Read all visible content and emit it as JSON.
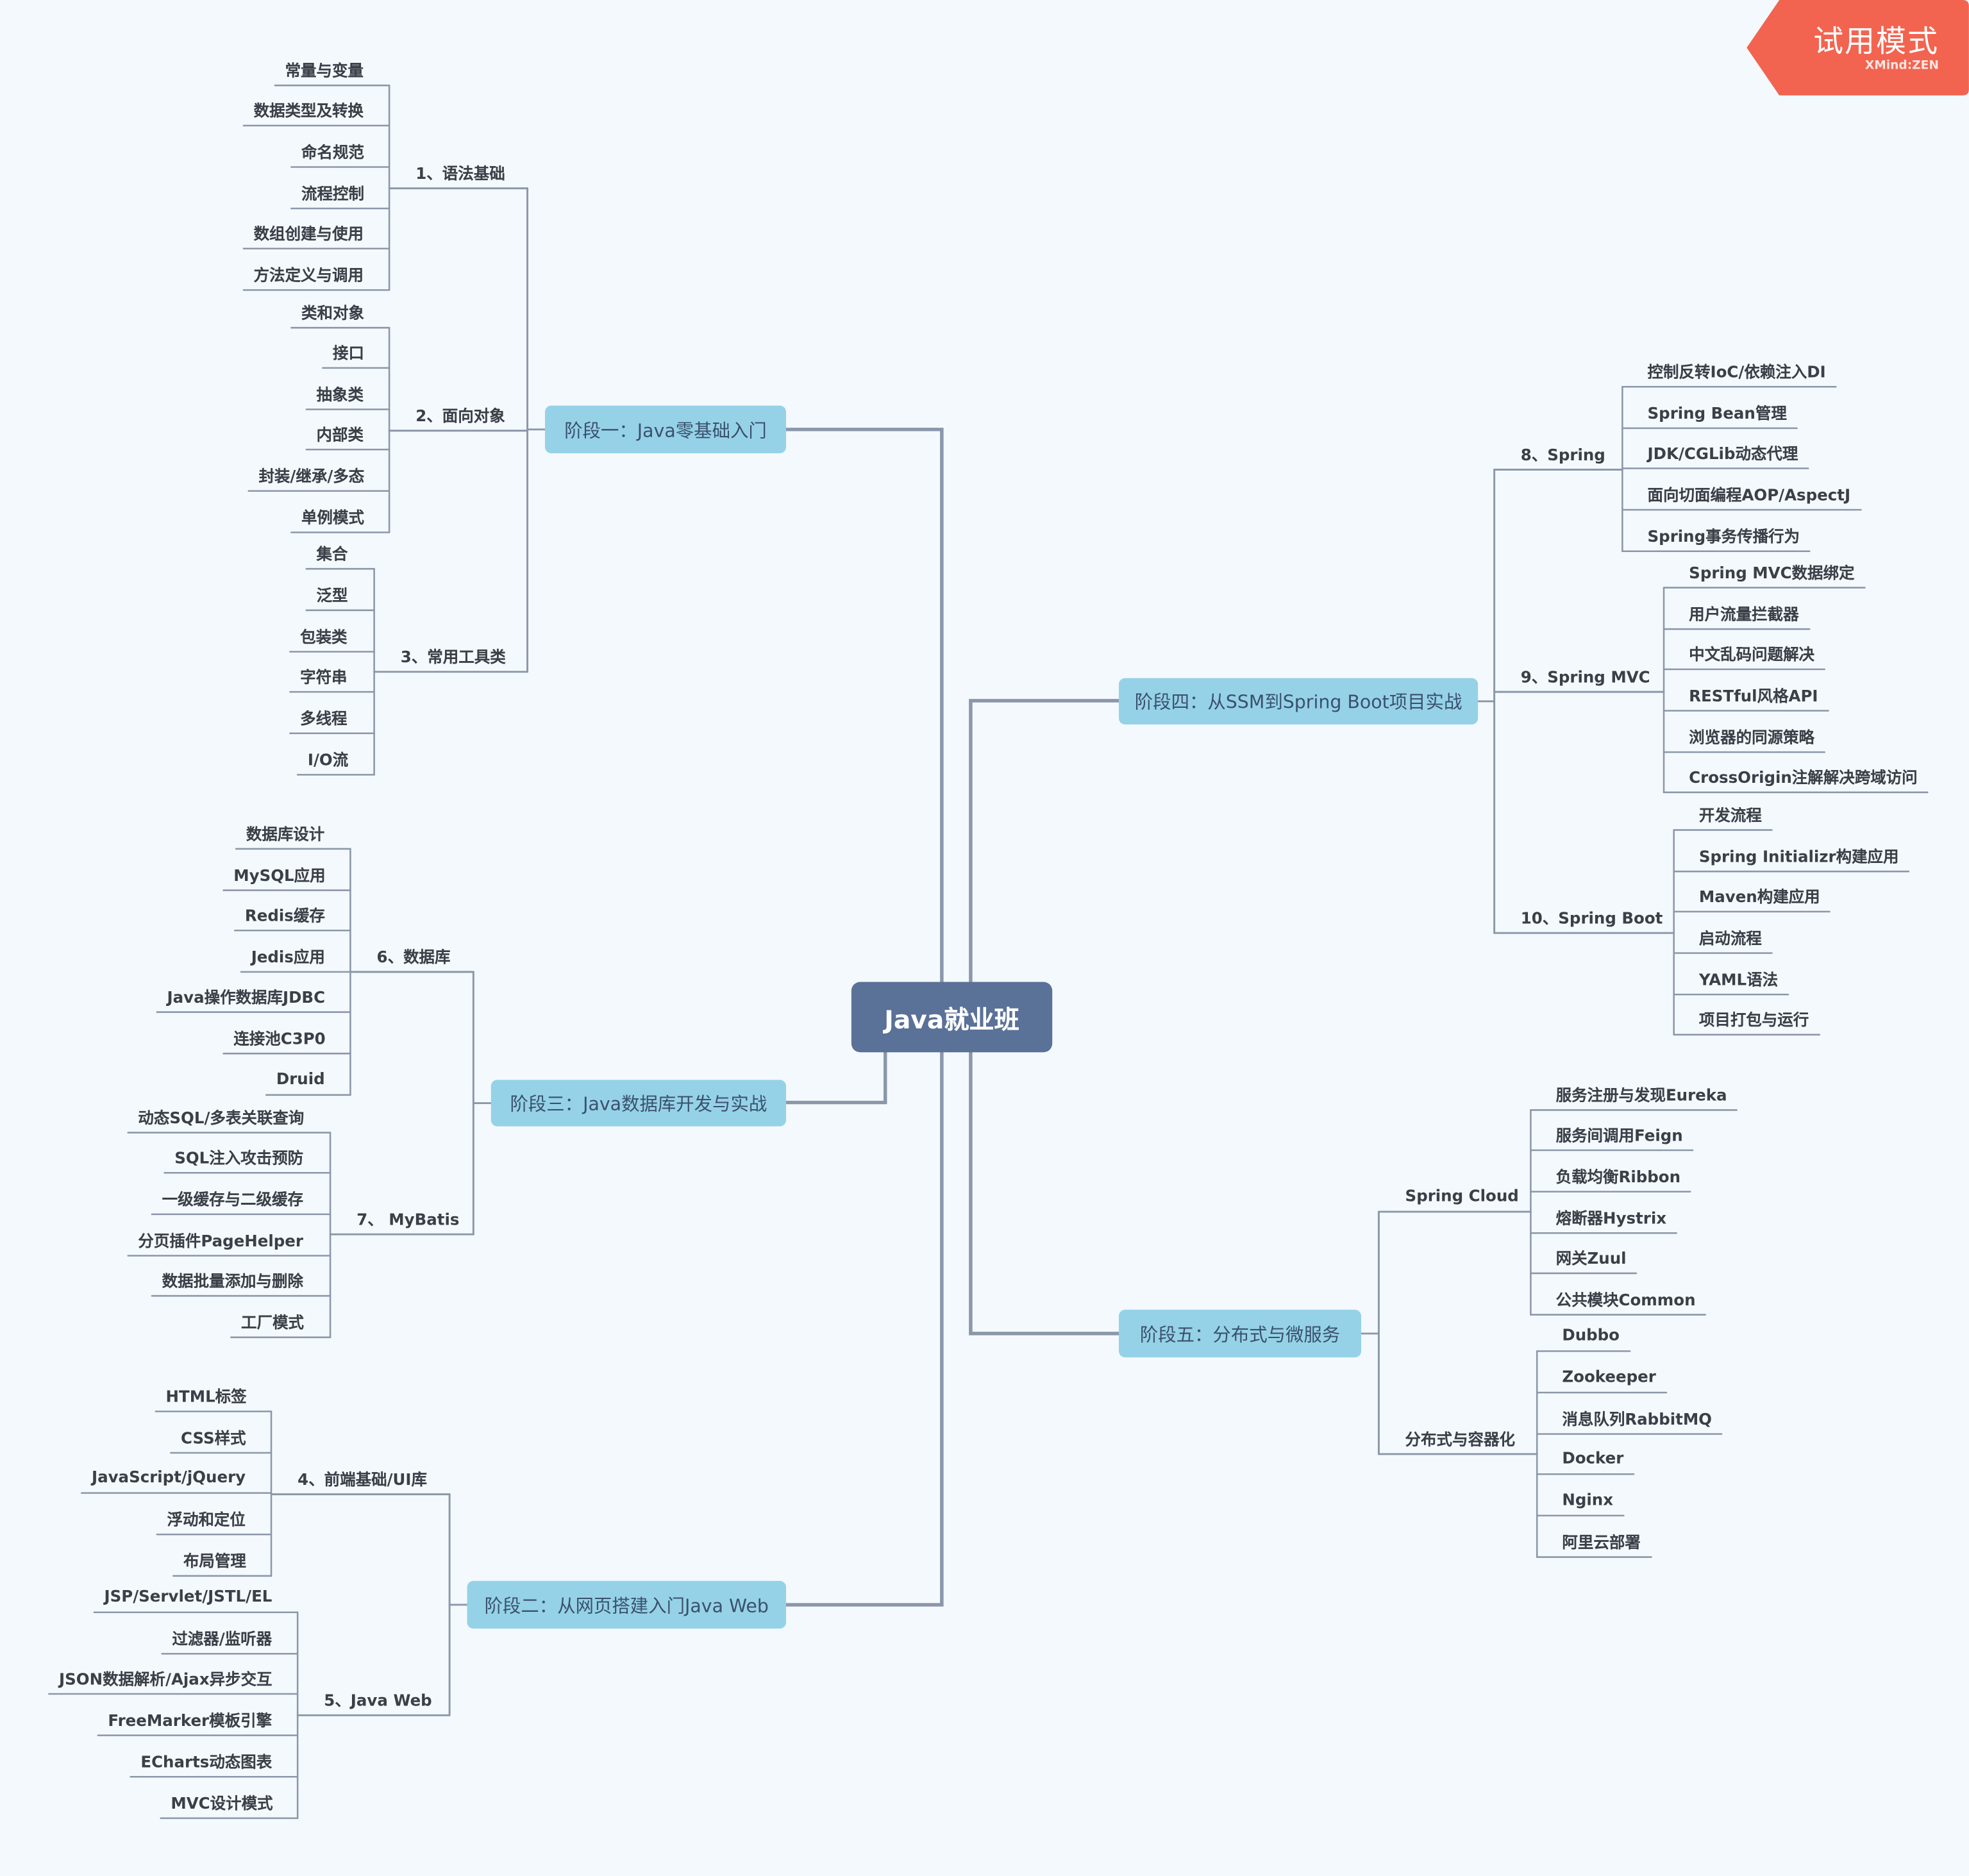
{
  "badge": {
    "title": "试用模式",
    "subtitle": "XMind:ZEN"
  },
  "root": {
    "label": "Java就业班"
  },
  "colors": {
    "root": "#5a7198",
    "stage": "#95d2e8",
    "line": "#8b97a9",
    "badge": "#f26450",
    "background": "#f4f9fd"
  },
  "stages": [
    {
      "label": "阶段一：Java零基础入门",
      "topics": [
        {
          "label": "1、语法基础",
          "children": [
            "常量与变量",
            "数据类型及转换",
            "命名规范",
            "流程控制",
            "数组创建与使用",
            "方法定义与调用"
          ]
        },
        {
          "label": "2、面向对象",
          "children": [
            "类和对象",
            "接口",
            "抽象类",
            "内部类",
            "封装/继承/多态",
            "单例模式"
          ]
        },
        {
          "label": "3、常用工具类",
          "children": [
            "集合",
            "泛型",
            "包装类",
            "字符串",
            "多线程",
            "I/O流"
          ]
        }
      ]
    },
    {
      "label": "阶段二：从网页搭建入门Java Web",
      "topics": [
        {
          "label": "4、前端基础/UI库",
          "children": [
            "HTML标签",
            "CSS样式",
            "JavaScript/jQuery",
            "浮动和定位",
            "布局管理"
          ]
        },
        {
          "label": "5、Java Web",
          "children": [
            "JSP/Servlet/JSTL/EL",
            "过滤器/监听器",
            "JSON数据解析/Ajax异步交互",
            "FreeMarker模板引擎",
            "ECharts动态图表",
            "MVC设计模式"
          ]
        }
      ]
    },
    {
      "label": "阶段三：Java数据库开发与实战",
      "topics": [
        {
          "label": "6、数据库",
          "children": [
            "数据库设计",
            "MySQL应用",
            "Redis缓存",
            "Jedis应用",
            "Java操作数据库JDBC",
            "连接池C3P0",
            "Druid"
          ]
        },
        {
          "label": "7、 MyBatis",
          "children": [
            "动态SQL/多表关联查询",
            "SQL注入攻击预防",
            "一级缓存与二级缓存",
            "分页插件PageHelper",
            "数据批量添加与删除",
            "工厂模式"
          ]
        }
      ]
    },
    {
      "label": "阶段四：从SSM到Spring Boot项目实战",
      "topics": [
        {
          "label": "8、Spring",
          "children": [
            "控制反转IoC/依赖注入DI",
            "Spring Bean管理",
            "JDK/CGLib动态代理",
            "面向切面编程AOP/AspectJ",
            "Spring事务传播行为"
          ]
        },
        {
          "label": "9、Spring MVC",
          "children": [
            "Spring MVC数据绑定",
            "用户流量拦截器",
            "中文乱码问题解决",
            "RESTful风格API",
            "浏览器的同源策略",
            "CrossOrigin注解解决跨域访问"
          ]
        },
        {
          "label": "10、Spring Boot",
          "children": [
            "开发流程",
            "Spring Initializr构建应用",
            "Maven构建应用",
            "启动流程",
            "YAML语法",
            "项目打包与运行"
          ]
        }
      ]
    },
    {
      "label": "阶段五：分布式与微服务",
      "topics": [
        {
          "label": "Spring Cloud",
          "children": [
            "服务注册与发现Eureka",
            "服务间调用Feign",
            "负载均衡Ribbon",
            "熔断器Hystrix",
            "网关Zuul",
            "公共模块Common"
          ]
        },
        {
          "label": "分布式与容器化",
          "children": [
            "Dubbo",
            "Zookeeper",
            "消息队列RabbitMQ",
            "Docker",
            "Nginx",
            "阿里云部署"
          ]
        }
      ]
    }
  ]
}
